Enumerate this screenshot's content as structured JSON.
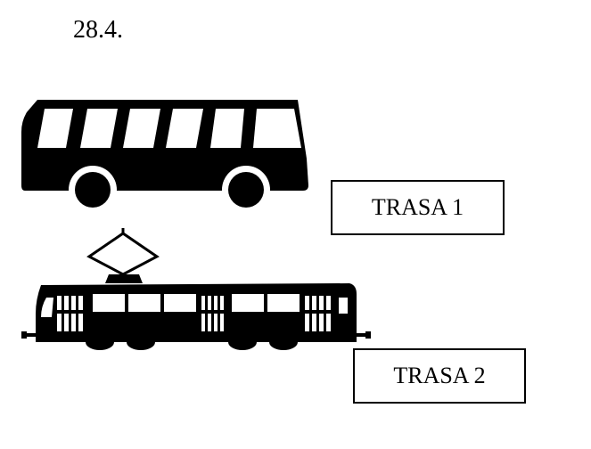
{
  "exercise": {
    "number": "28.4."
  },
  "vehicles": [
    {
      "kind": "bus",
      "icon": "bus-icon"
    },
    {
      "kind": "tram",
      "icon": "tram-icon"
    }
  ],
  "routes": [
    {
      "label": "TRASA 1"
    },
    {
      "label": "TRASA 2"
    }
  ],
  "colors": {
    "ink": "#000000",
    "paper": "#ffffff"
  }
}
